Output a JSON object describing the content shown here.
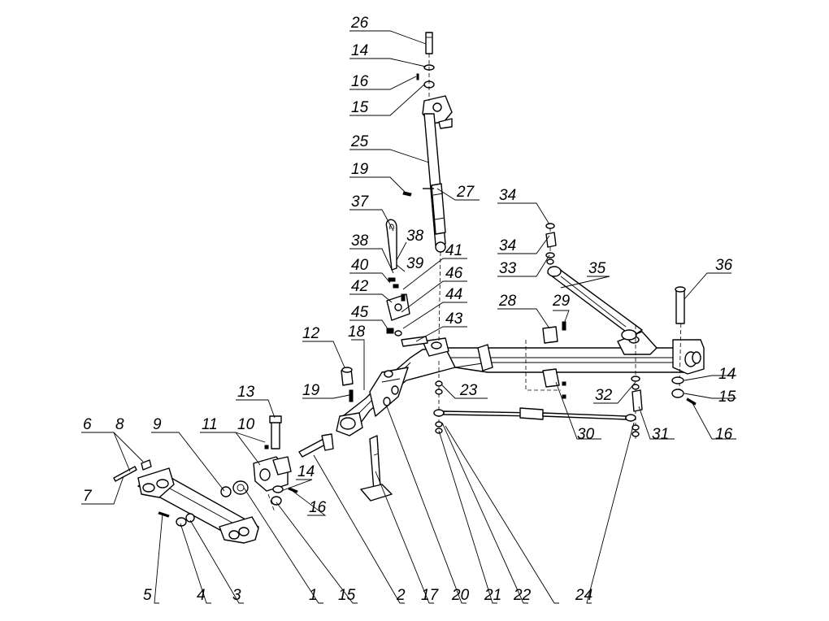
{
  "callouts": [
    {
      "n": "1",
      "text": "1"
    },
    {
      "n": "2",
      "text": "2"
    },
    {
      "n": "3",
      "text": "3"
    },
    {
      "n": "4",
      "text": "4"
    },
    {
      "n": "5",
      "text": "5"
    },
    {
      "n": "6",
      "text": "6"
    },
    {
      "n": "7",
      "text": "7"
    },
    {
      "n": "8",
      "text": "8"
    },
    {
      "n": "9",
      "text": "9"
    },
    {
      "n": "10",
      "text": "10"
    },
    {
      "n": "11",
      "text": "11"
    },
    {
      "n": "12",
      "text": "12"
    },
    {
      "n": "13",
      "text": "13"
    },
    {
      "n": "14a",
      "text": "14"
    },
    {
      "n": "14b",
      "text": "14"
    },
    {
      "n": "14c",
      "text": "14"
    },
    {
      "n": "15a",
      "text": "15"
    },
    {
      "n": "15b",
      "text": "15"
    },
    {
      "n": "15c",
      "text": "15"
    },
    {
      "n": "16a",
      "text": "16"
    },
    {
      "n": "16b",
      "text": "16"
    },
    {
      "n": "16c",
      "text": "16"
    },
    {
      "n": "17",
      "text": "17"
    },
    {
      "n": "18",
      "text": "18"
    },
    {
      "n": "19a",
      "text": "19"
    },
    {
      "n": "19b",
      "text": "19"
    },
    {
      "n": "20",
      "text": "20"
    },
    {
      "n": "21",
      "text": "21"
    },
    {
      "n": "22",
      "text": "22"
    },
    {
      "n": "23",
      "text": "23"
    },
    {
      "n": "24",
      "text": "24"
    },
    {
      "n": "25",
      "text": "25"
    },
    {
      "n": "26",
      "text": "26"
    },
    {
      "n": "27",
      "text": "27"
    },
    {
      "n": "28",
      "text": "28"
    },
    {
      "n": "29",
      "text": "29"
    },
    {
      "n": "30",
      "text": "30"
    },
    {
      "n": "31",
      "text": "31"
    },
    {
      "n": "32",
      "text": "32"
    },
    {
      "n": "33",
      "text": "33"
    },
    {
      "n": "34a",
      "text": "34"
    },
    {
      "n": "34b",
      "text": "34"
    },
    {
      "n": "35",
      "text": "35"
    },
    {
      "n": "36",
      "text": "36"
    },
    {
      "n": "37",
      "text": "37"
    },
    {
      "n": "38a",
      "text": "38"
    },
    {
      "n": "38b",
      "text": "38"
    },
    {
      "n": "39",
      "text": "39"
    },
    {
      "n": "40",
      "text": "40"
    },
    {
      "n": "41",
      "text": "41"
    },
    {
      "n": "42",
      "text": "42"
    },
    {
      "n": "43",
      "text": "43"
    },
    {
      "n": "44",
      "text": "44"
    },
    {
      "n": "45",
      "text": "45"
    },
    {
      "n": "46",
      "text": "46"
    }
  ]
}
